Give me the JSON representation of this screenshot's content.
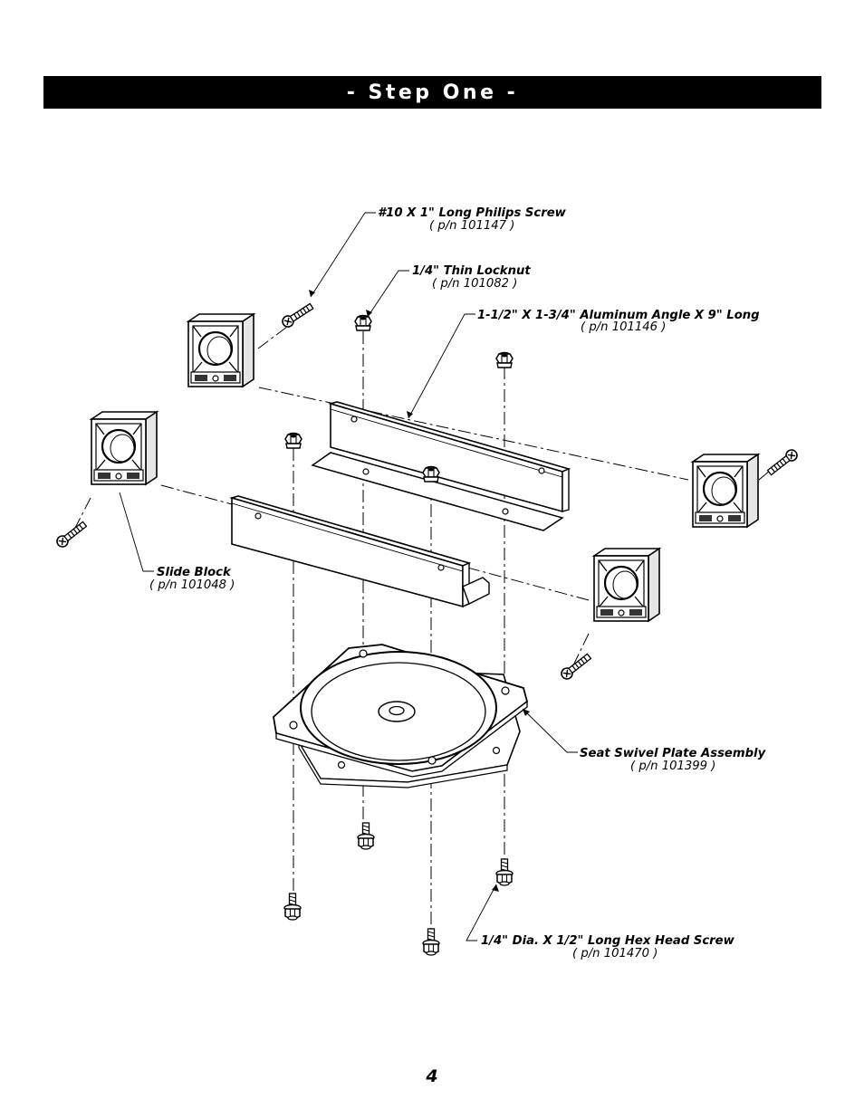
{
  "header": {
    "title": "- Step One -"
  },
  "callouts": {
    "philips_screw": {
      "label": "#10 X 1\" Long Philips Screw",
      "part_number": "( p/n 101147 )"
    },
    "locknut": {
      "label": "1/4\" Thin Locknut",
      "part_number": "( p/n 101082 )"
    },
    "aluminum_angle": {
      "label": "1-1/2\" X 1-3/4\" Aluminum Angle X 9\" Long",
      "part_number": "( p/n 101146 )"
    },
    "slide_block": {
      "label": "Slide Block",
      "part_number": "( p/n 101048 )"
    },
    "swivel_plate": {
      "label": "Seat Swivel Plate Assembly",
      "part_number": "( p/n 101399 )"
    },
    "hex_screw": {
      "label": "1/4\" Dia. X 1/2\" Long Hex Head Screw",
      "part_number": "( p/n 101470 )"
    }
  },
  "footer": {
    "page_number": "4"
  }
}
